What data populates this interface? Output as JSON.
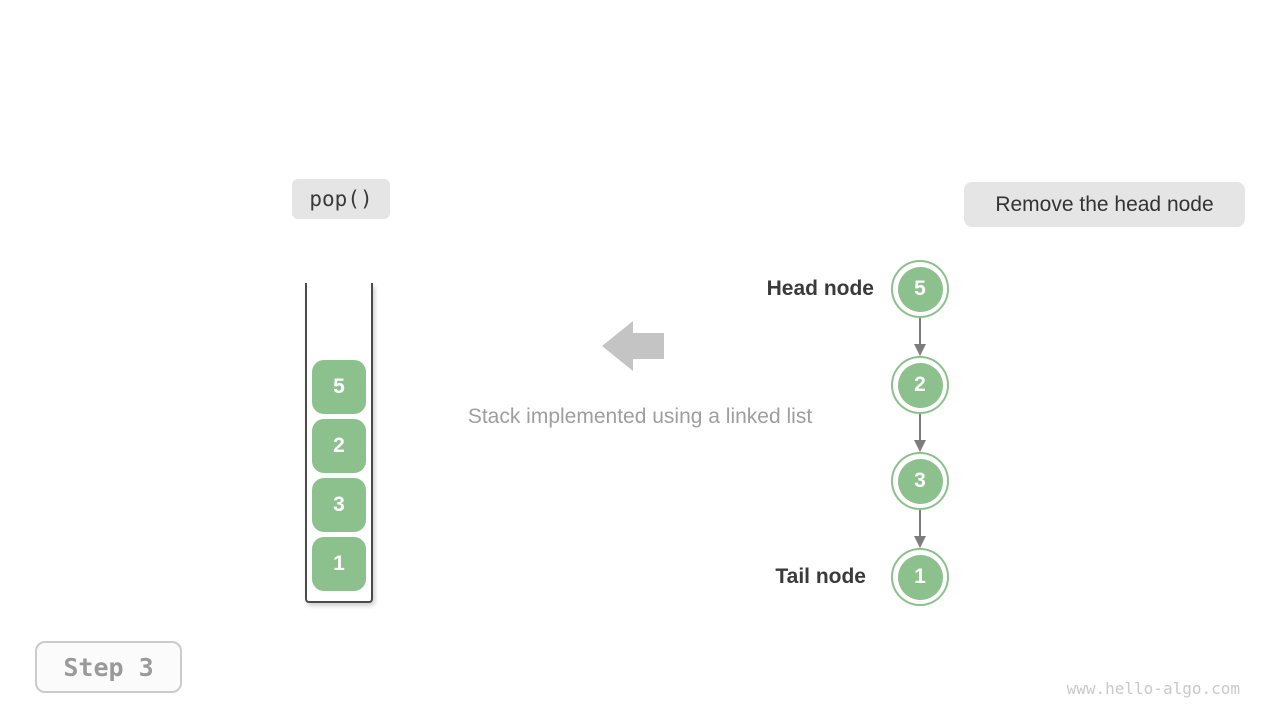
{
  "labels": {
    "pop_operation": "pop()",
    "action": "Remove the head node",
    "caption": "Stack implemented using a linked list",
    "head_node": "Head node",
    "tail_node": "Tail node",
    "step": "Step 3",
    "watermark": "www.hello-algo.com"
  },
  "stack": {
    "items_top_to_bottom": [
      "5",
      "2",
      "3",
      "1"
    ]
  },
  "linked_list": {
    "nodes_head_to_tail": [
      "5",
      "2",
      "3",
      "1"
    ]
  },
  "colors": {
    "node_green": "#8CC08C",
    "badge_bg": "#E5E5E5",
    "dark_text": "#3A3A3A",
    "muted_text": "#9E9E9E",
    "block_arrow_gray": "#C4C4C4",
    "connector_gray": "#7D7D7D",
    "container_border": "#4B4B4B",
    "step_border": "#CBCBCB",
    "step_bg": "#FBFBFB",
    "watermark_gray": "#C9C9C9"
  }
}
